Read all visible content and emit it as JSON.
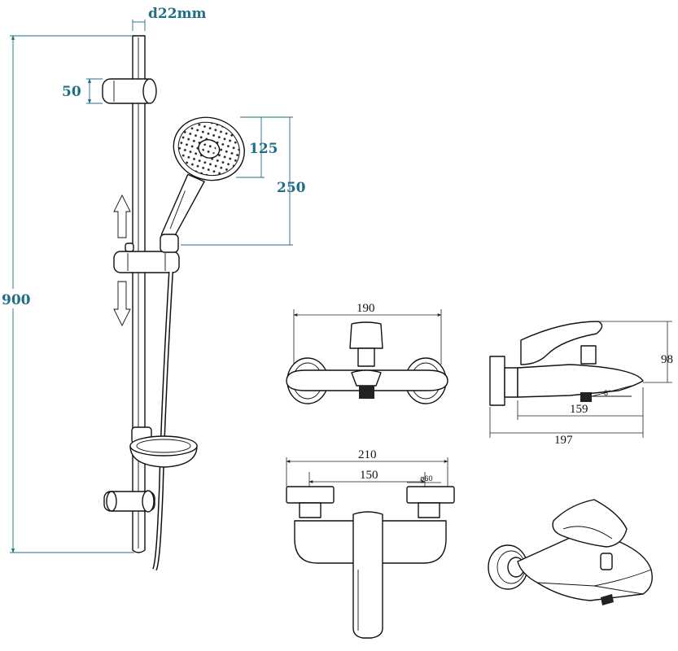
{
  "shower_set": {
    "d_label": "d22mm",
    "dim_holder": "50",
    "dim_head": "125",
    "dim_handle": "250",
    "dim_rail": "900"
  },
  "mixer_front": {
    "dim_width": "190"
  },
  "mixer_side": {
    "dim_height": "98",
    "dim_spout": "159",
    "dim_depth": "197",
    "angle": "8°"
  },
  "mixer_top": {
    "dim_outer": "210",
    "dim_centers": "150",
    "dim_flange": "ø60"
  }
}
